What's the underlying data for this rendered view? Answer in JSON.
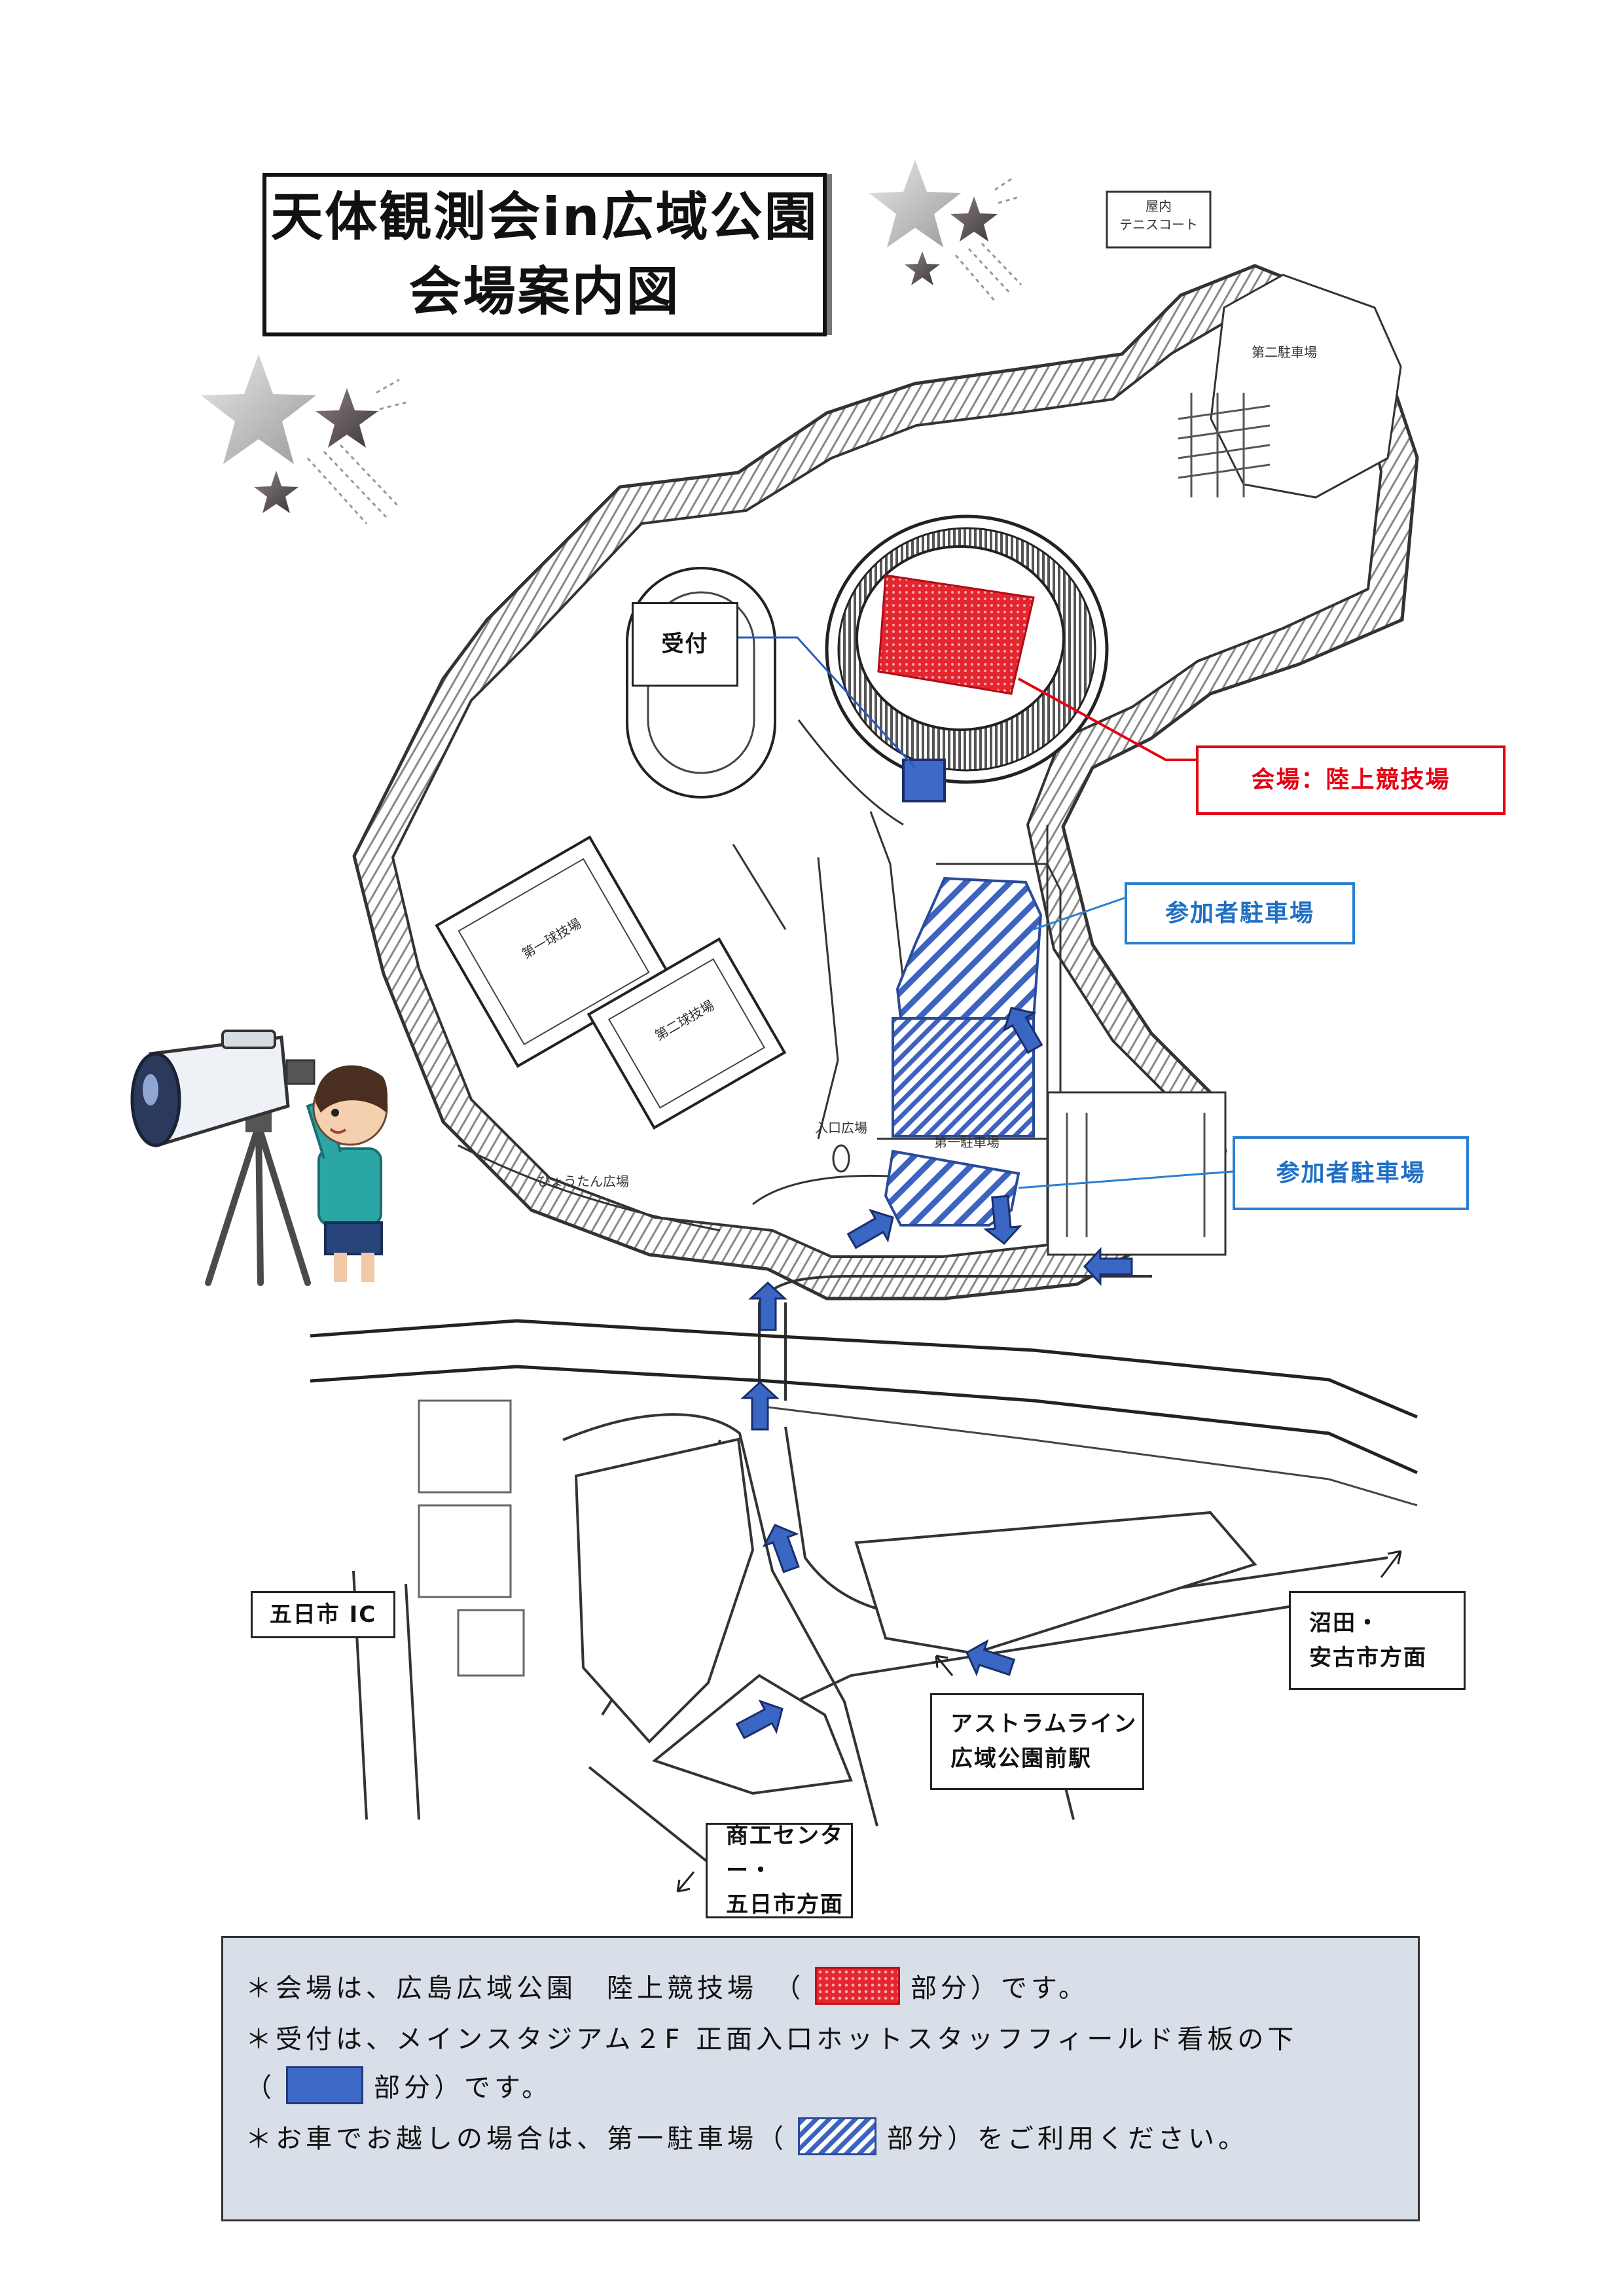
{
  "title": {
    "line1": "天体観測会in広域公園",
    "line2": "会場案内図"
  },
  "map_labels": {
    "reception": "受付",
    "venue": "会場：陸上競技場",
    "parking_1": "参加者駐車場",
    "parking_2": "参加者駐車場",
    "itsukaichi_ic": "五日市 IC",
    "numata_line1": "沼田・",
    "numata_line2": "安古市方面",
    "astram_line1": "アストラムライン",
    "astram_line2": "広域公園前駅",
    "shoko_line1": "商工センター・",
    "shoko_line2": "五日市方面"
  },
  "facility_labels": {
    "tennis_line1": "屋内",
    "tennis_line2": "テニスコート",
    "second_parking": "第二駐車場",
    "first_ballfield": "第一球技場",
    "second_ballfield": "第二球技場",
    "entrance_plaza": "入口広場",
    "hyoutan_plaza": "ひょうたん広場",
    "first_parking": "第一駐車場"
  },
  "notes": {
    "line1_prefix": "＊会場は、広島広域公園　陸上競技場　（",
    "line1_suffix": "部分）です。",
    "line2": "＊受付は、メインスタジアム２F 正面入口ホットスタッフフィールド看板の下",
    "line3_prefix": "（",
    "line3_suffix": "部分）です。",
    "line4_prefix": "＊お車でお越しの場合は、第一駐車場（",
    "line4_suffix": "部分）をご利用ください。"
  },
  "colors": {
    "venue_red": "#e3262f",
    "reception_blue": "#3f69c6",
    "parking_hatch_blue": "#3c63c0",
    "venue_label_red": "#e60012",
    "parking_label_blue": "#1f6fc4",
    "notes_background": "#d9dfe8"
  },
  "icons": [
    "star-decoration",
    "telescope-boy-illustration",
    "direction-arrow"
  ]
}
